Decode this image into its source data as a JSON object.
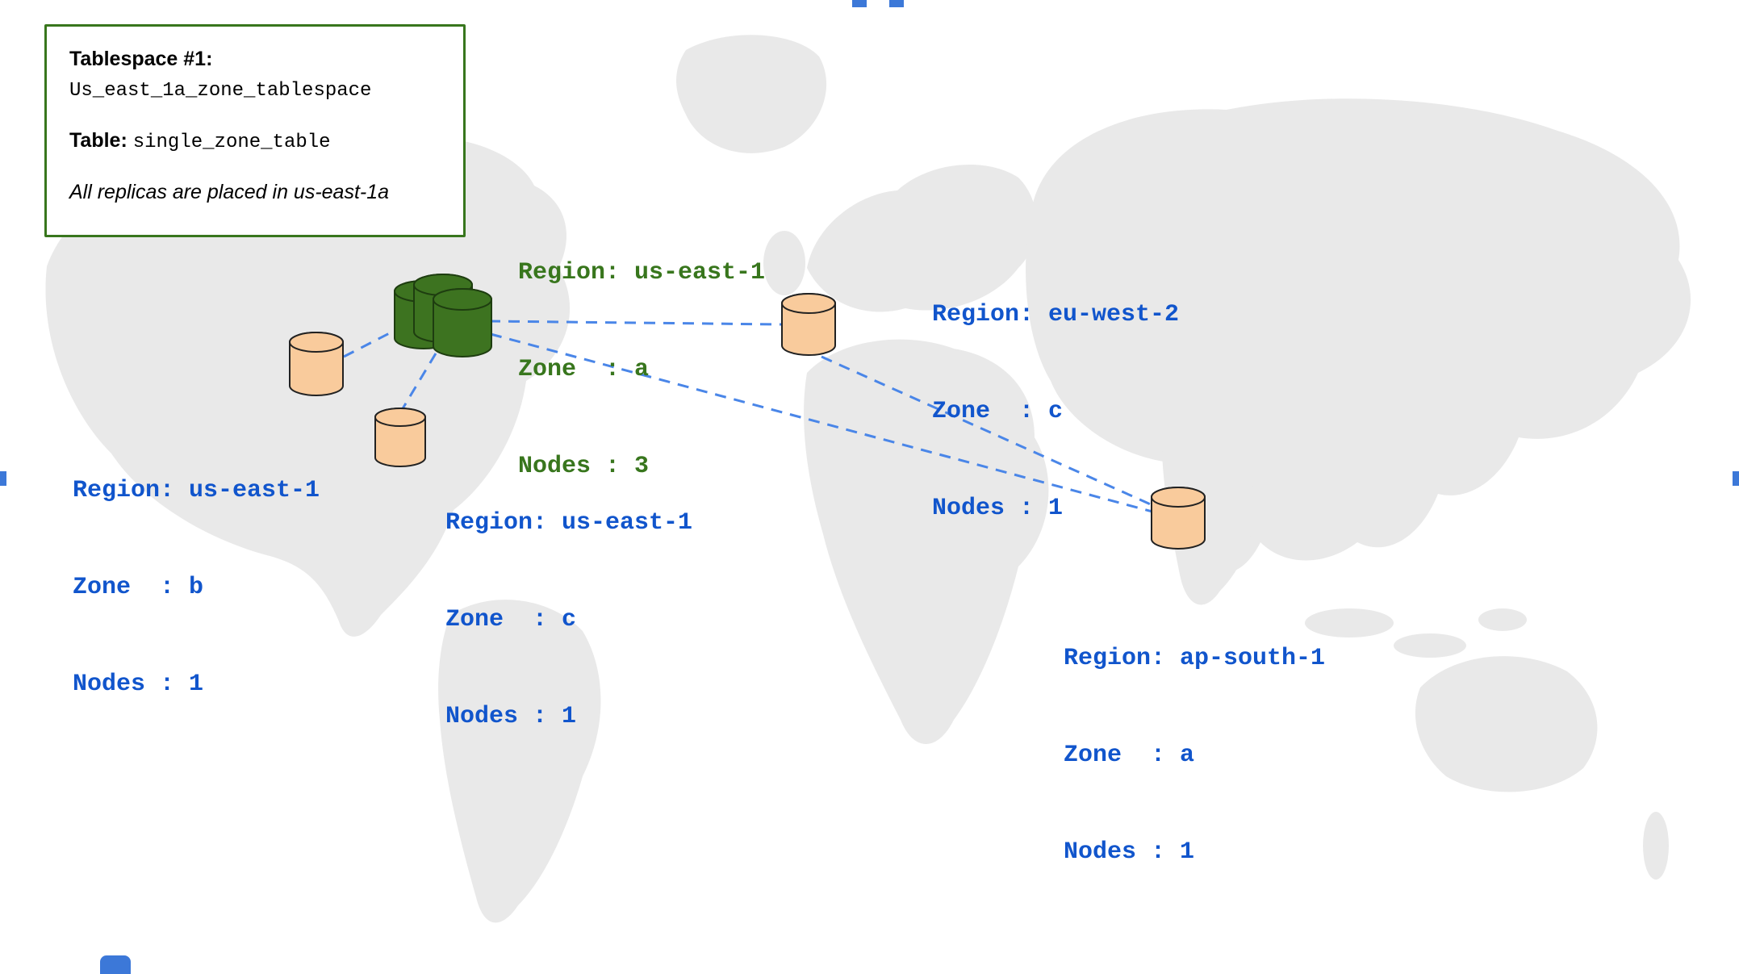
{
  "colors": {
    "green": "#38761d",
    "blue": "#1155cc",
    "line_blue": "#4a86e8",
    "tan_fill": "#f9cb9c",
    "green_fill": "#3d7320",
    "map_gray": "#e9e9e9"
  },
  "infobox": {
    "title": "Tablespace #1:",
    "tablespace_name": "Us_east_1a_zone_tablespace",
    "table_label": "Table:",
    "table_name": "single_zone_table",
    "note": "All replicas are placed in us-east-1a"
  },
  "nodes": {
    "us_east_1a": {
      "region": "Region: us-east-1",
      "zone": "Zone  : a",
      "nodes": "Nodes : 3"
    },
    "us_east_1b": {
      "region": "Region: us-east-1",
      "zone": "Zone  : b",
      "nodes": "Nodes : 1"
    },
    "us_east_1c": {
      "region": "Region: us-east-1",
      "zone": "Zone  : c",
      "nodes": "Nodes : 1"
    },
    "eu_west_2": {
      "region": "Region: eu-west-2",
      "zone": "Zone  : c",
      "nodes": "Nodes : 1"
    },
    "ap_south_1": {
      "region": "Region: ap-south-1",
      "zone": "Zone  : a",
      "nodes": "Nodes : 1"
    }
  }
}
